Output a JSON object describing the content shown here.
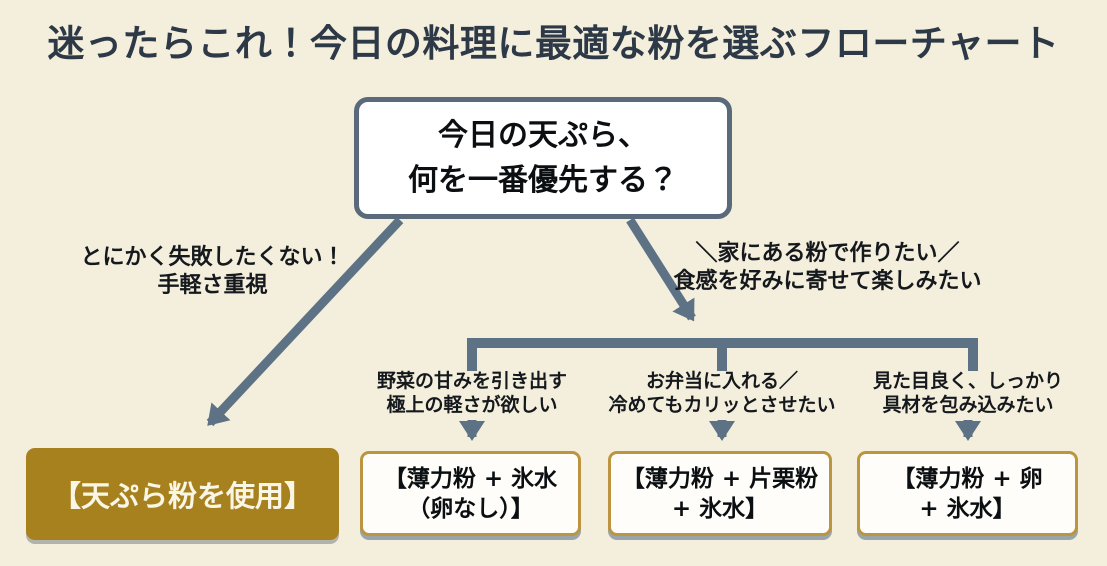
{
  "title": "迷ったらこれ！今日の料理に最適な粉を選ぶフローチャート",
  "question": {
    "line1": "今日の天ぷら、",
    "line2": "何を一番優先する？"
  },
  "branches": {
    "left": {
      "label_line1": "とにかく失敗したくない！",
      "label_line2": "手軽さ重視",
      "result": "【天ぷら粉を使用】"
    },
    "right": {
      "label_line1": "＼家にある粉で作りたい／",
      "label_line2": "食感を好みに寄せて楽しみたい",
      "options": [
        {
          "line1": "野菜の甘みを引き出す",
          "line2": "極上の軽さが欲しい",
          "result_line1": "【薄力粉 + 氷水",
          "result_line2": "（卵なし）】"
        },
        {
          "line1": "お弁当に入れる／",
          "line2": "冷めてもカリッとさせたい",
          "result_line1": "【薄力粉 + 片栗粉",
          "result_line2": "+ 氷水】"
        },
        {
          "line1": "見た目良く、しっかり",
          "line2": "具材を包み込みたい",
          "result_line1": "【薄力粉 + 卵",
          "result_line2": "+ 氷水】"
        }
      ]
    }
  },
  "colors": {
    "background": "#f4efdc",
    "title_text": "#2e3947",
    "arrow": "#5d7285",
    "question_border": "#5a6a7a",
    "question_bg": "#ffffff",
    "label_text": "#15191d",
    "result_gold_bg": "#a8811f",
    "result_gold_text": "#faf6e6",
    "result_border": "#bb9540",
    "result_bg": "#fefdf9",
    "shadow": "#9aa5ab"
  }
}
